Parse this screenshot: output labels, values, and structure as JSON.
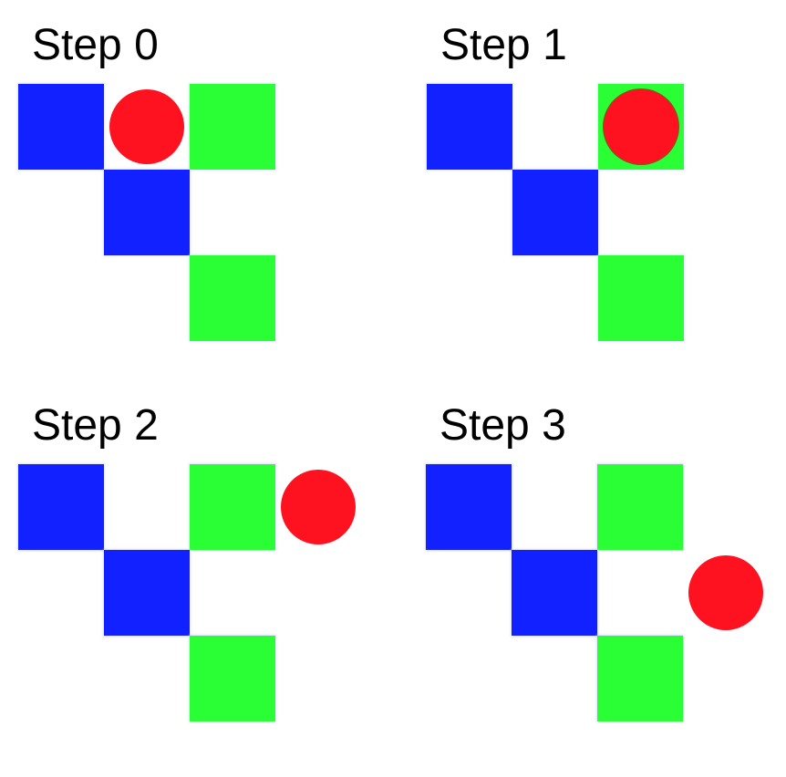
{
  "colors": {
    "background": "#ffffff",
    "blue_tile": "#1221ff",
    "green_tile": "#29ff34",
    "agent": "#ff1220",
    "agent_outline_on_green": "#7a5a20"
  },
  "grid": {
    "rows": 3,
    "cols": 3,
    "tiles": [
      {
        "row": 0,
        "col": 0,
        "kind": "blue"
      },
      {
        "row": 0,
        "col": 2,
        "kind": "green"
      },
      {
        "row": 1,
        "col": 1,
        "kind": "blue"
      },
      {
        "row": 2,
        "col": 2,
        "kind": "green"
      }
    ]
  },
  "steps": [
    {
      "label": "Step 0",
      "agent": {
        "row": 0,
        "col": 1
      }
    },
    {
      "label": "Step 1",
      "agent": {
        "row": 0,
        "col": 2
      }
    },
    {
      "label": "Step 2",
      "agent": {
        "row": 0,
        "col": 3
      }
    },
    {
      "label": "Step 3",
      "agent": {
        "row": 1,
        "col": 3
      }
    }
  ]
}
